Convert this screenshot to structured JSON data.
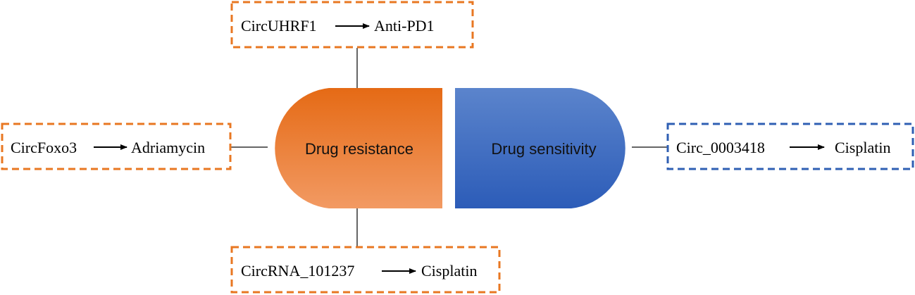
{
  "colors": {
    "orange_border": "#E87722",
    "blue_border": "#2F5FB3",
    "resistance_top": "#E56A15",
    "resistance_bottom": "#F29A63",
    "sensitivity_top": "#5B84CC",
    "sensitivity_bottom": "#2C5CB8",
    "connector": "#333333"
  },
  "capsule": {
    "resistance_label": "Drug resistance",
    "sensitivity_label": "Drug sensitivity"
  },
  "boxes": {
    "top": {
      "source": "CircUHRF1",
      "target": "Anti-PD1"
    },
    "left": {
      "source": "CircFoxo3",
      "target": "Adriamycin"
    },
    "bottom": {
      "source": "CircRNA_101237",
      "target": "Cisplatin"
    },
    "right": {
      "source": "Circ_0003418",
      "target": "Cisplatin"
    }
  }
}
